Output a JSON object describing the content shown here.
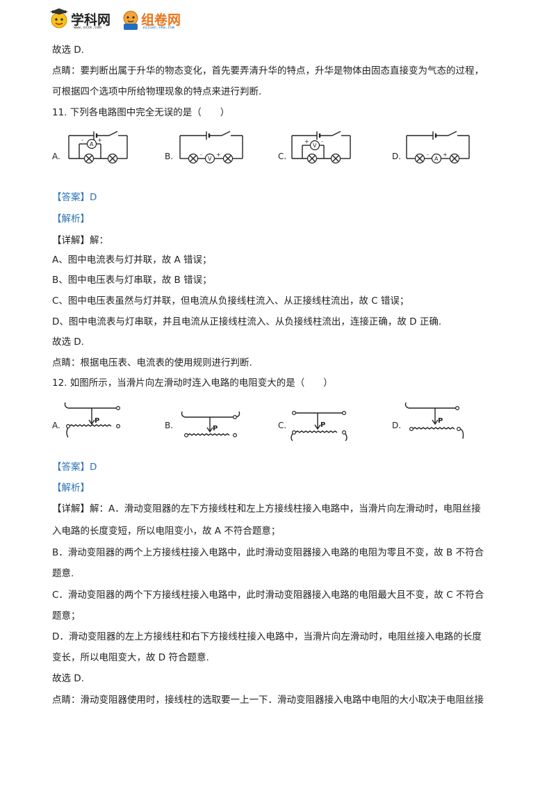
{
  "header": {
    "logo1": {
      "name": "学科网",
      "url": "www.zxxk.com"
    },
    "logo2": {
      "name": "组卷网",
      "url": "zujuan.xkw.com"
    }
  },
  "lines": [
    "故选 D.",
    "点睛：要判断出属于升华的物态变化，首先要弄清升华的特点，升华是物体由固态直接变为气态的过程，",
    "可根据四个选项中所给物理现象的特点来进行判断.",
    "11. 下列各电路图中完全无误的是（　　）"
  ],
  "q11": {
    "options": [
      "A.",
      "B.",
      "C.",
      "D."
    ],
    "answer": "【答案】D",
    "analysis": "【解析】",
    "detail_head": "【详解】解：",
    "details": [
      "A、图中电流表与灯并联，故 A 错误；",
      "B、图中电压表与灯串联，故 B 错误；",
      "C、图中电压表虽然与灯并联，但电流从负接线柱流入、从正接线柱流出，故 C 错误；",
      "D、图中电流表与灯串联，并且电流从正接线柱流入、从负接线柱流出，连接正确，故 D 正确."
    ],
    "choose": "故选 D.",
    "note": "点睛：根据电压表、电流表的使用规则进行判断."
  },
  "q12": {
    "stem": "12. 如图所示，当滑片向左滑动时连入电路的电阻变大的是（　　）",
    "options": [
      "A.",
      "B.",
      "C.",
      "D."
    ],
    "slider_label": "P",
    "answer": "【答案】D",
    "analysis": "【解析】",
    "details": [
      "【详解】解：A．滑动变阻器的左下方接线柱和左上方接线柱接入电路中，当滑片向左滑动时，电阻丝接",
      "入电路的长度变短，所以电阻变小，故 A 不符合题意；",
      "B．滑动变阻器的两个上方接线柱接入电路中，此时滑动变阻器接入电路的电阻为零且不变，故 B 不符合",
      "题意.",
      "C．滑动变阻器的两个下方接线柱接入电路中，此时滑动变阻器接入电路的电阻最大且不变，故 C 不符合",
      "题意；",
      "D．滑动变阻器的左上方接线柱和右下方接线柱接入电路中，当滑片向左滑动时，电阻丝接入电路的长度",
      "变长，所以电阻变大，故 D 符合题意.",
      "故选 D.",
      "点睛：滑动变阻器使用时，接线柱的选取要一上一下．滑动变阻器接入电路中电阻的大小取决于电阻丝接"
    ]
  },
  "meter_labels": {
    "A": "A",
    "V": "V"
  },
  "colors": {
    "accent": "#2e74b5",
    "logo_orange": "#e8741c",
    "logo_blue": "#1c6fc0"
  }
}
